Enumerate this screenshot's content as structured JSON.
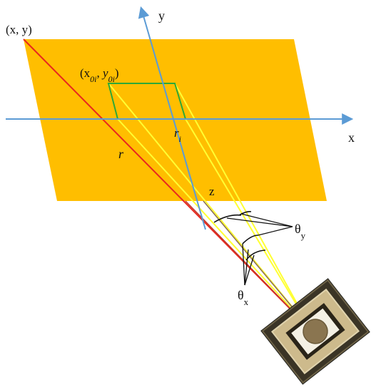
{
  "labels": {
    "corner_point": "(x, y)",
    "aperture_point_x": "(x",
    "aperture_point_x_sub": "0i",
    "aperture_point_sep": ", ",
    "aperture_point_y": "y",
    "aperture_point_y_sub": "0i",
    "aperture_point_close": ")",
    "axis_y": "y",
    "axis_x": "x",
    "axis_z": "z",
    "radius_r": "r",
    "radius_ri": "r",
    "radius_ri_sub": "i",
    "theta_y": "θ",
    "theta_y_sub": "y",
    "theta_x": "θ",
    "theta_x_sub": "x"
  },
  "colors": {
    "plane_fill": "#FFBE00",
    "axis": "#5B9BD5",
    "ray_red": "#E8281E",
    "ray_yellow": "#FFFF33",
    "aperture_outline": "#2EA836",
    "z_axis": "#8B6E50",
    "sensor_frame": "#CDBA8C",
    "sensor_center": "#8A7550"
  }
}
